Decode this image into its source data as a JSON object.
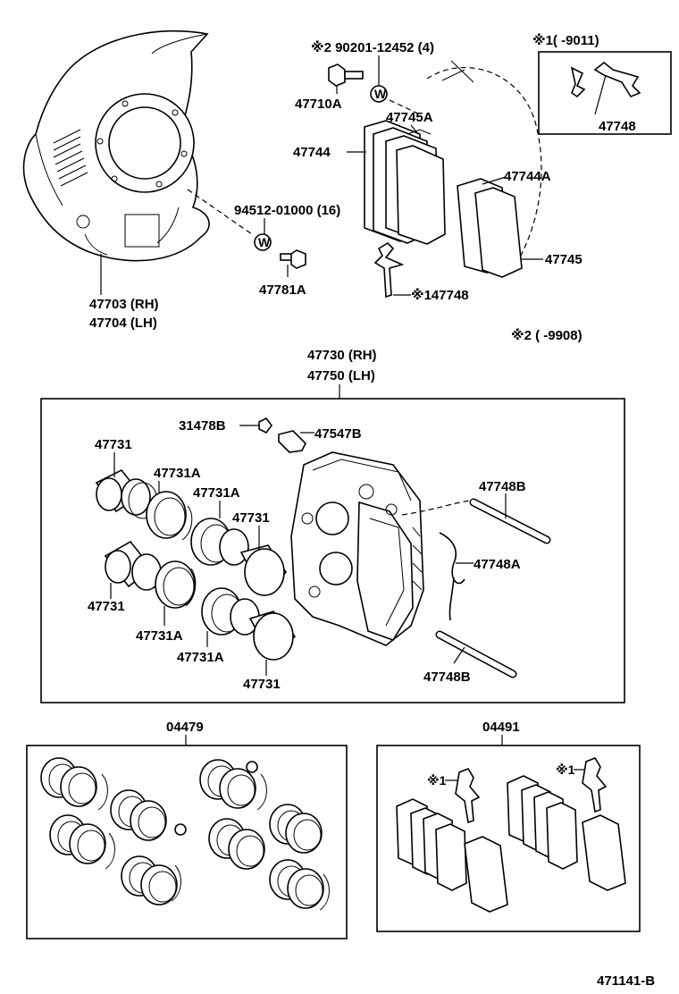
{
  "labels": {
    "l_47703": "47703 (RH)",
    "l_47704": "47704 (LH)",
    "l_90201": "※2 90201-12452 (4)",
    "l_47710A": "47710A",
    "l_94512": "94512-01000 (16)",
    "l_47781A": "47781A",
    "l_47745A": "47745A",
    "l_47744": "47744",
    "l_47744A": "47744A",
    "l_47745": "47745",
    "l_147748": "※147748",
    "l_note1": "※1(        -9011)",
    "l_47748": "47748",
    "l_note2": "※2  (        -9908)",
    "l_47730": "47730 (RH)",
    "l_47750": "47750 (LH)",
    "l_31478B": "31478B",
    "l_47547B": "47547B",
    "l_47731_a": "47731",
    "l_47731A_a": "47731A",
    "l_47731A_b": "47731A",
    "l_47731_b": "47731",
    "l_47731_c": "47731",
    "l_47731A_c": "47731A",
    "l_47731A_d": "47731A",
    "l_47731_d": "47731",
    "l_47748B_a": "47748B",
    "l_47748A": "47748A",
    "l_47748B_b": "47748B",
    "l_04479": "04479",
    "l_04491": "04491",
    "l_k1_a": "※1",
    "l_k1_b": "※1",
    "l_code": "471141-B"
  },
  "washer_marks": {
    "w1": "W",
    "w2": "W"
  }
}
